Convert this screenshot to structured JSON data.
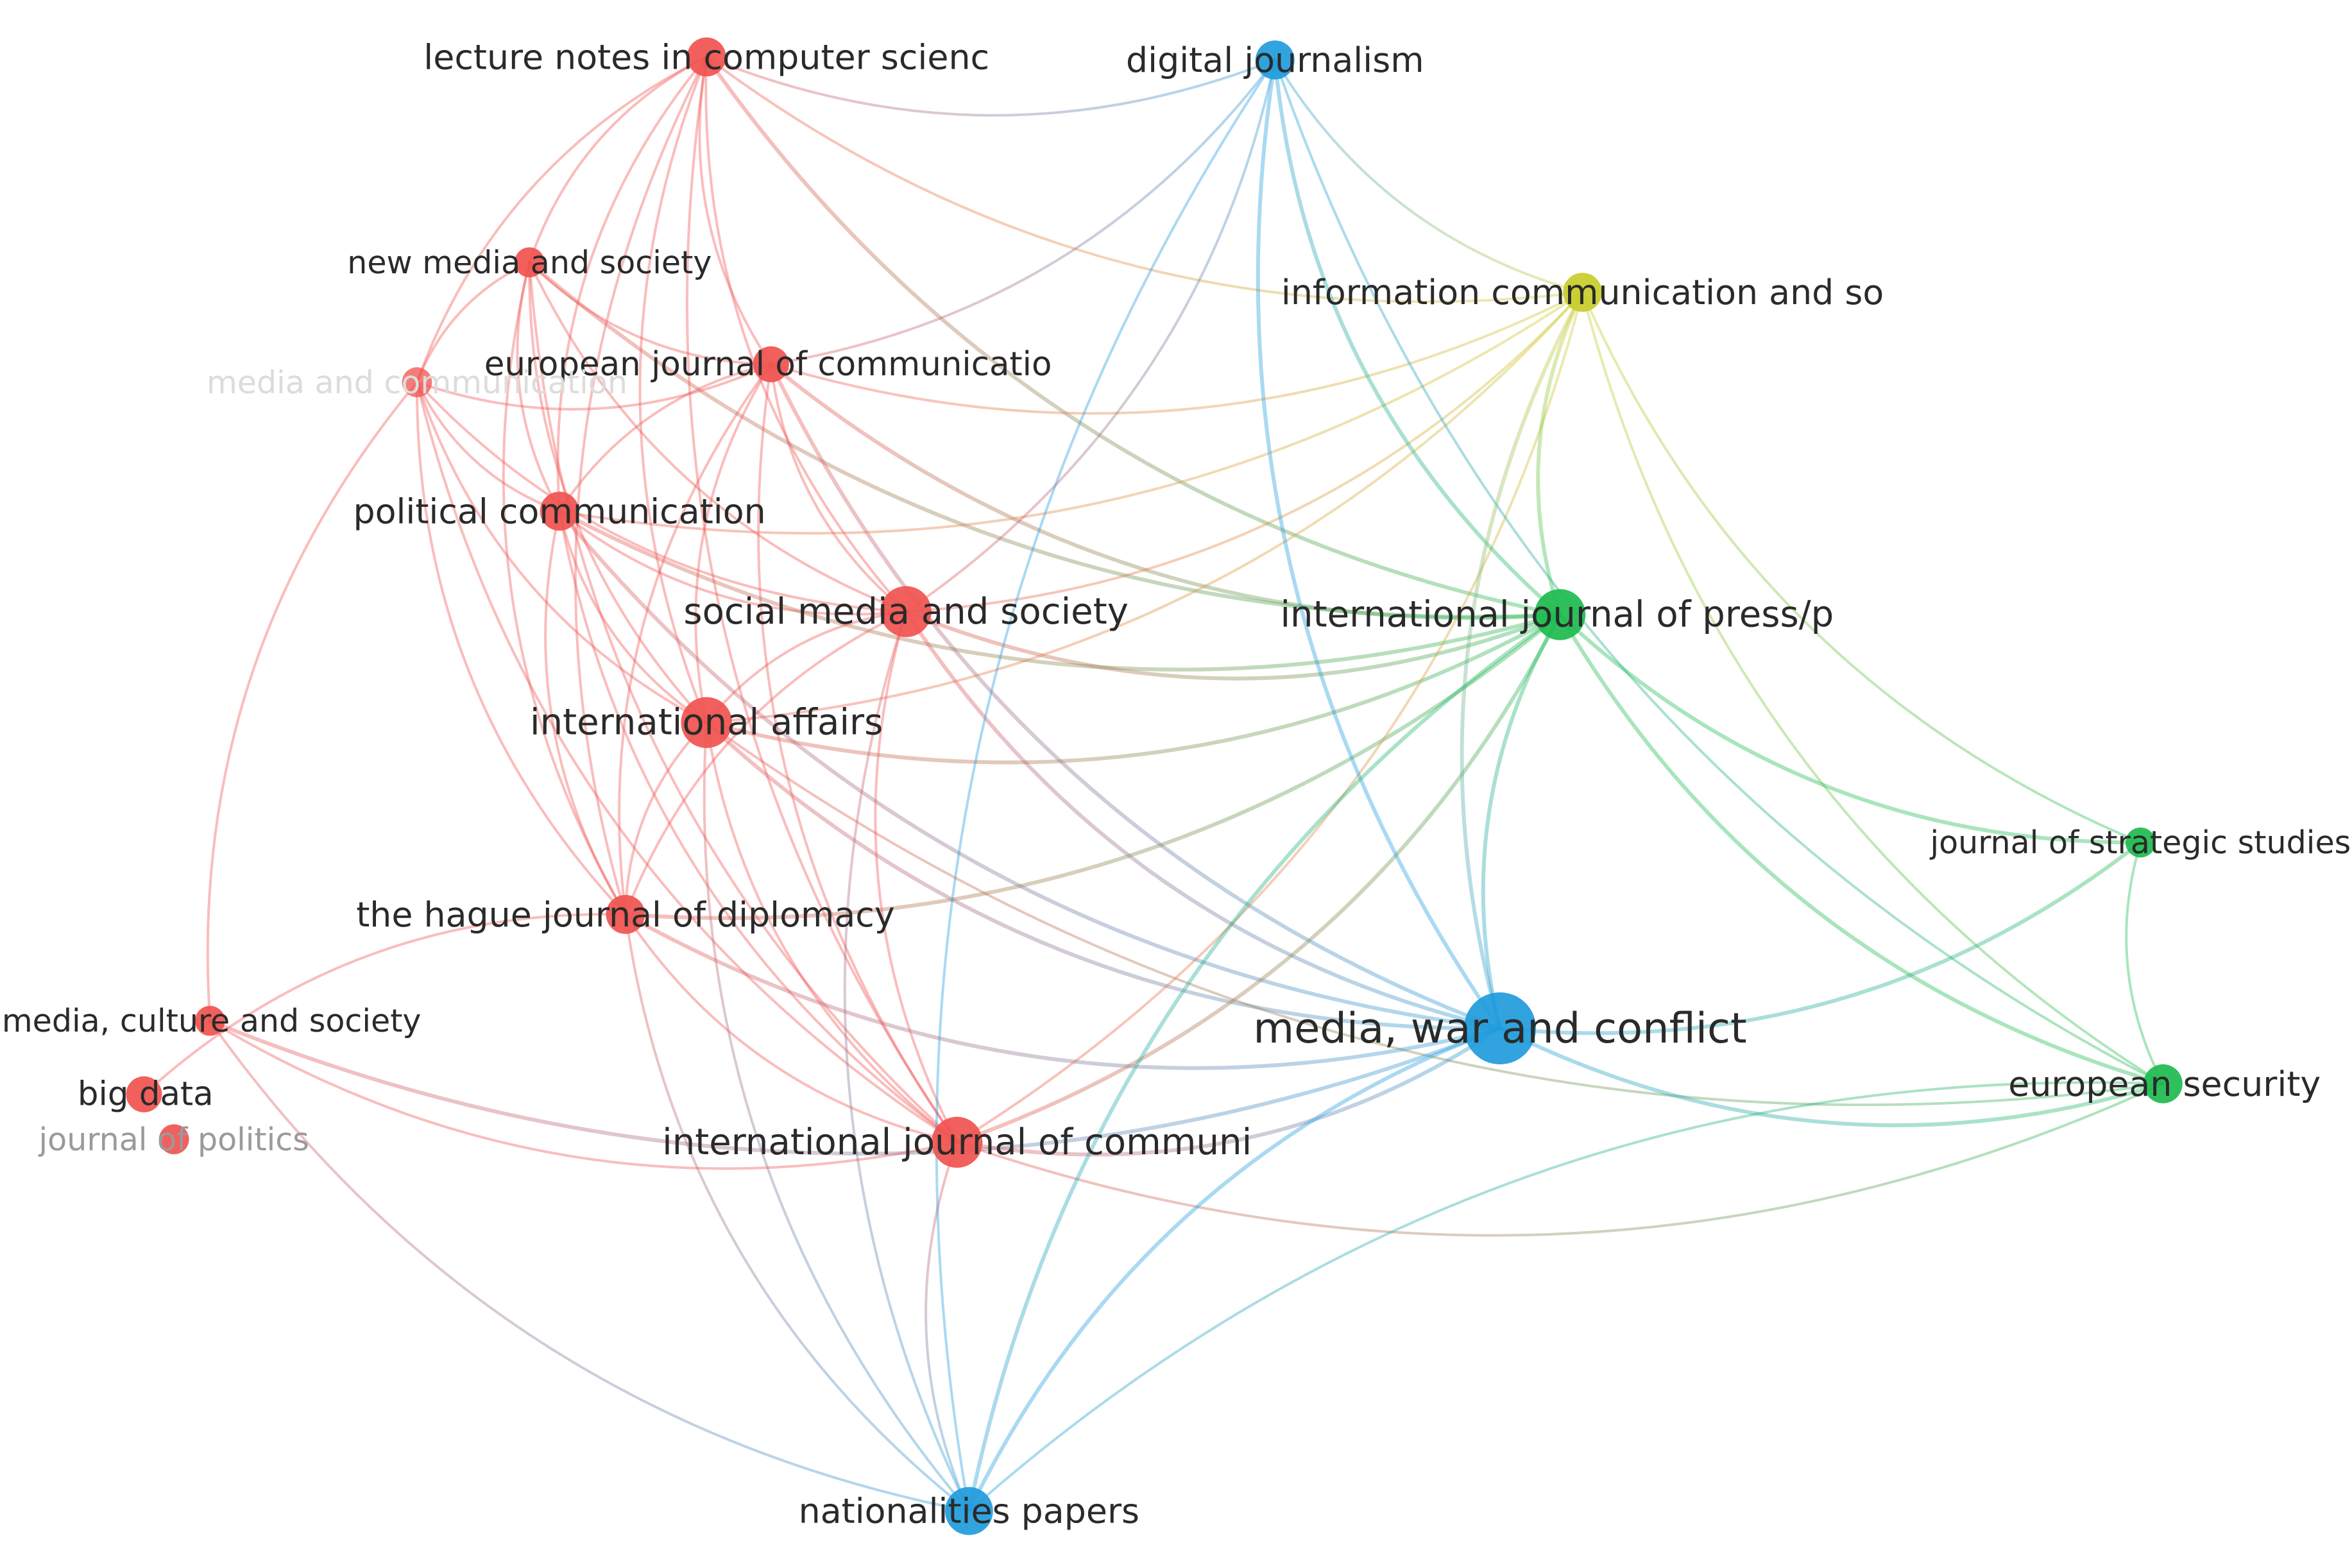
{
  "clusters": {
    "red": "#f0524f",
    "blue": "#1f9bdc",
    "green": "#1dbb4f",
    "yellow": "#c8cc2a"
  },
  "nodes": [
    {
      "id": "lncs",
      "label": "lecture notes in computer scienc",
      "cluster": "red",
      "weight": 2,
      "tone": "normal"
    },
    {
      "id": "digital",
      "label": "digital journalism",
      "cluster": "blue",
      "weight": 2,
      "tone": "normal"
    },
    {
      "id": "nms",
      "label": "new media and society",
      "cluster": "red",
      "weight": 1,
      "tone": "normal"
    },
    {
      "id": "ics",
      "label": "information communication and so",
      "cluster": "yellow",
      "weight": 2,
      "tone": "normal"
    },
    {
      "id": "ejc",
      "label": "european journal of communicatio",
      "cluster": "red",
      "weight": 1.5,
      "tone": "normal"
    },
    {
      "id": "mac",
      "label": "media and communication",
      "cluster": "red",
      "weight": 1,
      "tone": "ghost"
    },
    {
      "id": "polcom",
      "label": "political communication",
      "cluster": "red",
      "weight": 2,
      "tone": "normal"
    },
    {
      "id": "sms",
      "label": "social media and society",
      "cluster": "red",
      "weight": 3,
      "tone": "normal"
    },
    {
      "id": "ijpp",
      "label": "international journal of press/p",
      "cluster": "green",
      "weight": 3,
      "tone": "normal"
    },
    {
      "id": "ia",
      "label": "international affairs",
      "cluster": "red",
      "weight": 3,
      "tone": "normal"
    },
    {
      "id": "jss",
      "label": "journal of strategic studies",
      "cluster": "green",
      "weight": 1.3,
      "tone": "normal"
    },
    {
      "id": "hague",
      "label": "the hague journal of diplomacy",
      "cluster": "red",
      "weight": 2,
      "tone": "normal"
    },
    {
      "id": "mcs",
      "label": "media, culture and society",
      "cluster": "red",
      "weight": 1.3,
      "tone": "normal"
    },
    {
      "id": "mwc",
      "label": "media, war and conflict",
      "cluster": "blue",
      "weight": 4,
      "tone": "normal"
    },
    {
      "id": "es",
      "label": "european security",
      "cluster": "green",
      "weight": 2,
      "tone": "normal"
    },
    {
      "id": "bigdata",
      "label": "big data",
      "cluster": "red",
      "weight": 1.5,
      "tone": "normal"
    },
    {
      "id": "ijc",
      "label": "international journal of communi",
      "cluster": "red",
      "weight": 3,
      "tone": "normal"
    },
    {
      "id": "jop",
      "label": "journal of politics",
      "cluster": "red",
      "weight": 1.3,
      "tone": "faded"
    },
    {
      "id": "np",
      "label": "nationalities papers",
      "cluster": "blue",
      "weight": 2.5,
      "tone": "normal"
    }
  ],
  "links": [
    [
      "lncs",
      "nms"
    ],
    [
      "lncs",
      "mac"
    ],
    [
      "lncs",
      "ejc"
    ],
    [
      "lncs",
      "polcom"
    ],
    [
      "lncs",
      "sms"
    ],
    [
      "lncs",
      "ia"
    ],
    [
      "lncs",
      "hague"
    ],
    [
      "lncs",
      "ijc"
    ],
    [
      "lncs",
      "ics"
    ],
    [
      "lncs",
      "ijpp"
    ],
    [
      "lncs",
      "digital"
    ],
    [
      "nms",
      "mac"
    ],
    [
      "nms",
      "ejc"
    ],
    [
      "nms",
      "polcom"
    ],
    [
      "nms",
      "sms"
    ],
    [
      "nms",
      "ia"
    ],
    [
      "nms",
      "hague"
    ],
    [
      "nms",
      "ijc"
    ],
    [
      "nms",
      "ijpp"
    ],
    [
      "mac",
      "ejc"
    ],
    [
      "mac",
      "polcom"
    ],
    [
      "mac",
      "sms"
    ],
    [
      "mac",
      "ia"
    ],
    [
      "mac",
      "hague"
    ],
    [
      "mac",
      "ijc"
    ],
    [
      "mac",
      "mcs"
    ],
    [
      "ejc",
      "polcom"
    ],
    [
      "ejc",
      "sms"
    ],
    [
      "ejc",
      "ia"
    ],
    [
      "ejc",
      "hague"
    ],
    [
      "ejc",
      "ijc"
    ],
    [
      "ejc",
      "ics"
    ],
    [
      "ejc",
      "ijpp"
    ],
    [
      "ejc",
      "digital"
    ],
    [
      "ejc",
      "mwc"
    ],
    [
      "polcom",
      "sms"
    ],
    [
      "polcom",
      "ia"
    ],
    [
      "polcom",
      "hague"
    ],
    [
      "polcom",
      "ijc"
    ],
    [
      "polcom",
      "ics"
    ],
    [
      "polcom",
      "ijpp"
    ],
    [
      "polcom",
      "mwc"
    ],
    [
      "sms",
      "ia"
    ],
    [
      "sms",
      "hague"
    ],
    [
      "sms",
      "ijc"
    ],
    [
      "sms",
      "ics"
    ],
    [
      "sms",
      "ijpp"
    ],
    [
      "sms",
      "mwc"
    ],
    [
      "sms",
      "digital"
    ],
    [
      "sms",
      "np"
    ],
    [
      "ia",
      "hague"
    ],
    [
      "ia",
      "ijc"
    ],
    [
      "ia",
      "ics"
    ],
    [
      "ia",
      "ijpp"
    ],
    [
      "ia",
      "mwc"
    ],
    [
      "ia",
      "es"
    ],
    [
      "ia",
      "np"
    ],
    [
      "hague",
      "ijc"
    ],
    [
      "hague",
      "ijpp"
    ],
    [
      "hague",
      "mwc"
    ],
    [
      "hague",
      "np"
    ],
    [
      "hague",
      "bigdata"
    ],
    [
      "mcs",
      "mwc"
    ],
    [
      "mcs",
      "ijc"
    ],
    [
      "mcs",
      "np"
    ],
    [
      "ijc",
      "ijpp"
    ],
    [
      "ijc",
      "mwc"
    ],
    [
      "ijc",
      "es"
    ],
    [
      "ijc",
      "ics"
    ],
    [
      "ijc",
      "np"
    ],
    [
      "digital",
      "ics"
    ],
    [
      "digital",
      "ijpp"
    ],
    [
      "digital",
      "mwc"
    ],
    [
      "digital",
      "np"
    ],
    [
      "digital",
      "es"
    ],
    [
      "ics",
      "ijpp"
    ],
    [
      "ics",
      "mwc"
    ],
    [
      "ics",
      "es"
    ],
    [
      "ics",
      "jss"
    ],
    [
      "ijpp",
      "mwc"
    ],
    [
      "ijpp",
      "es"
    ],
    [
      "ijpp",
      "jss"
    ],
    [
      "ijpp",
      "np"
    ],
    [
      "mwc",
      "es"
    ],
    [
      "mwc",
      "jss"
    ],
    [
      "mwc",
      "np"
    ],
    [
      "jss",
      "es"
    ],
    [
      "es",
      "np"
    ]
  ]
}
